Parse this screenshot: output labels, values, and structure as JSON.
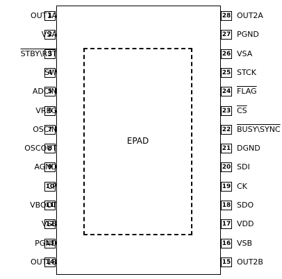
{
  "package": {
    "center_label": "EPAD"
  },
  "left_pins": [
    {
      "num": "1",
      "name": "OUT1A",
      "overline": false
    },
    {
      "num": "2",
      "name": "VSA",
      "overline": false
    },
    {
      "num": "3",
      "name": "STBY\\RST",
      "overline": true
    },
    {
      "num": "4",
      "name": "SW",
      "overline": false
    },
    {
      "num": "5",
      "name": "ADCIN",
      "overline": false
    },
    {
      "num": "6",
      "name": "VREG",
      "overline": false
    },
    {
      "num": "7",
      "name": "OSCIN",
      "overline": false
    },
    {
      "num": "8",
      "name": "OSCOUT",
      "overline": false
    },
    {
      "num": "9",
      "name": "AGND",
      "overline": false
    },
    {
      "num": "10",
      "name": "CP",
      "overline": false
    },
    {
      "num": "11",
      "name": "VBOOT",
      "overline": false
    },
    {
      "num": "12",
      "name": "VSB",
      "overline": false
    },
    {
      "num": "13",
      "name": "PGND",
      "overline": false
    },
    {
      "num": "14",
      "name": "OUT1B",
      "overline": false
    }
  ],
  "right_pins": [
    {
      "num": "28",
      "name": "OUT2A",
      "overline": false
    },
    {
      "num": "27",
      "name": "PGND",
      "overline": false
    },
    {
      "num": "26",
      "name": "VSA",
      "overline": false
    },
    {
      "num": "25",
      "name": "STCK",
      "overline": false
    },
    {
      "num": "24",
      "name": "FLAG",
      "overline": true
    },
    {
      "num": "23",
      "name": "CS",
      "overline": true
    },
    {
      "num": "22",
      "name": "BUSY\\SYNC",
      "overline": true
    },
    {
      "num": "21",
      "name": "DGND",
      "overline": false
    },
    {
      "num": "20",
      "name": "SDI",
      "overline": false
    },
    {
      "num": "19",
      "name": "CK",
      "overline": false
    },
    {
      "num": "18",
      "name": "SDO",
      "overline": false
    },
    {
      "num": "17",
      "name": "VDD",
      "overline": false
    },
    {
      "num": "16",
      "name": "VSB",
      "overline": false
    },
    {
      "num": "15",
      "name": "OUT2B",
      "overline": false
    }
  ]
}
